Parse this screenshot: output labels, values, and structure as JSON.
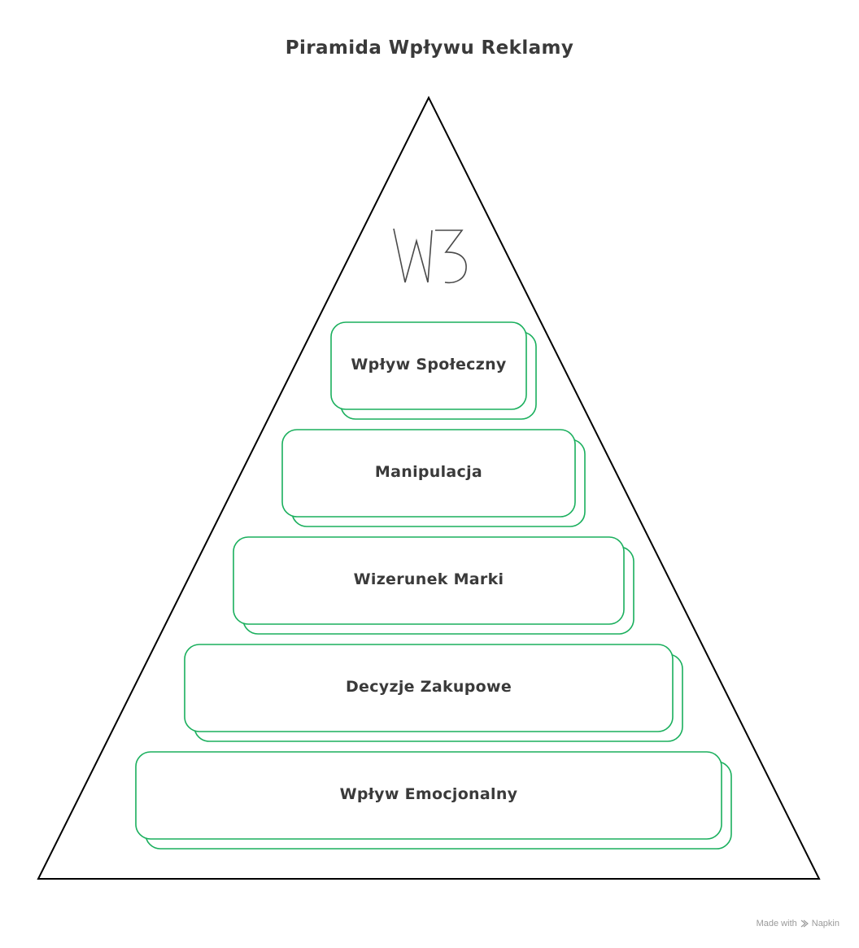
{
  "title": "Piramida Wpływu Reklamy",
  "logo_text": "W3",
  "tiers": [
    {
      "label": "Wpływ Społeczny"
    },
    {
      "label": "Manipulacja"
    },
    {
      "label": "Wizerunek Marki"
    },
    {
      "label": "Decyzje Zakupowe"
    },
    {
      "label": "Wpływ Emocjonalny"
    }
  ],
  "colors": {
    "accent": "#1aaf5d",
    "outline": "#000000",
    "text": "#3a3a3a"
  },
  "footer": {
    "made_with": "Made with",
    "brand": "Napkin"
  }
}
